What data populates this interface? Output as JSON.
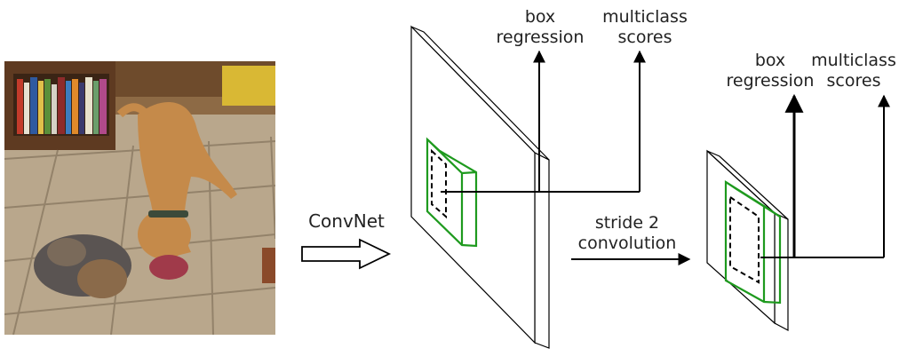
{
  "input_photo": {
    "subject": "dog-and-cat-on-tiled-floor"
  },
  "model_arrow": {
    "label": "ConvNet"
  },
  "stage1": {
    "box_label": [
      "box",
      "regression"
    ],
    "class_label": [
      "multiclass",
      "scores"
    ]
  },
  "transition": {
    "label": [
      "stride 2",
      "convolution"
    ]
  },
  "stage2": {
    "box_label": [
      "box",
      "regression"
    ],
    "class_label": [
      "multiclass",
      "scores"
    ]
  },
  "colors": {
    "window": "#1e9a1e",
    "line": "#000000",
    "text": "#222222"
  }
}
